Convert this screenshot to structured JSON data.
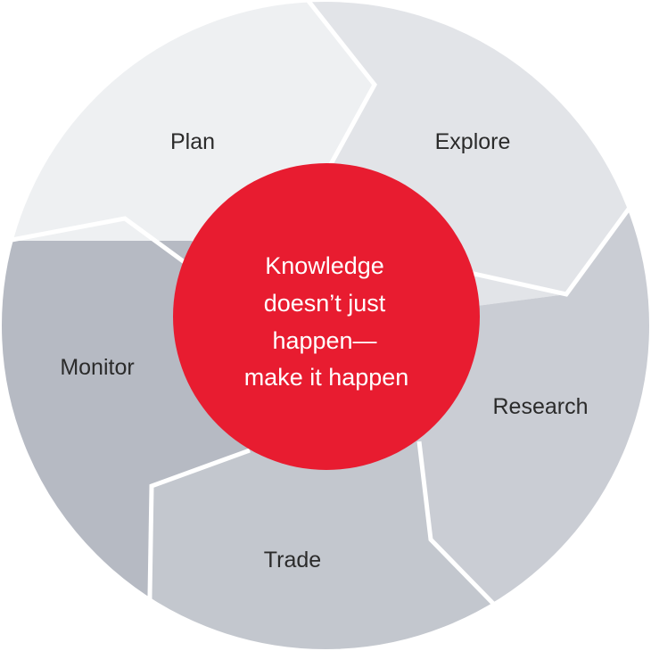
{
  "colors": {
    "plan": "#eef0f2",
    "explore": "#e2e4e8",
    "research": "#cacdd4",
    "trade": "#c3c7ce",
    "monitor": "#b6bac3",
    "divider": "#ffffff",
    "center_fill": "#e81c30",
    "segment_text": "#2b2b2b",
    "center_text": "#ffffff"
  },
  "segments": {
    "plan": "Plan",
    "explore": "Explore",
    "research": "Research",
    "trade": "Trade",
    "monitor": "Monitor"
  },
  "center": {
    "lines": [
      "Knowledge",
      "doesn’t just",
      "happen—",
      "make it happen"
    ]
  }
}
